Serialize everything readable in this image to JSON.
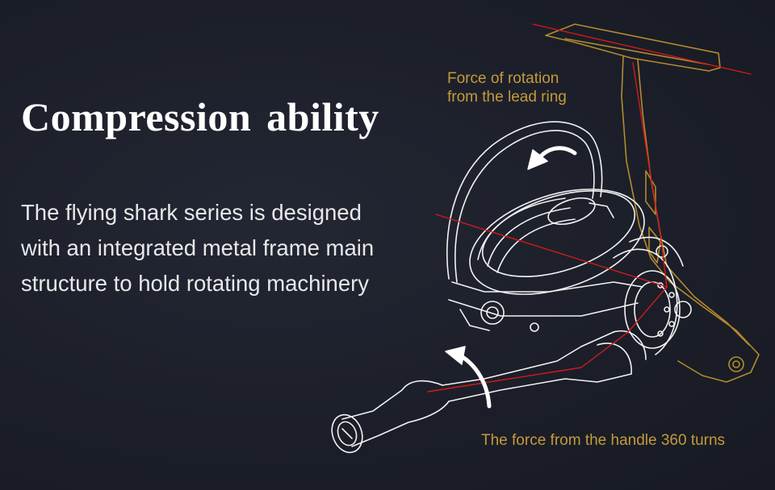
{
  "headline": "Compression ability",
  "description": {
    "lines": [
      "The flying shark series is designed",
      "with an integrated metal frame main",
      "structure to hold rotating machinery"
    ]
  },
  "annotations": {
    "rotation_force": {
      "lines": [
        "Force of rotation",
        "from the lead ring"
      ]
    },
    "handle_force": "The force from the handle 360 turns"
  },
  "colors": {
    "background": "#1b1e28",
    "outline": "#f2f2f2",
    "frame_gold": "#b48a2e",
    "force_red": "#d11a1a",
    "label_gold": "#c49a3c"
  },
  "icons": [
    "rotation-arrow-icon",
    "handle-arrow-icon"
  ]
}
